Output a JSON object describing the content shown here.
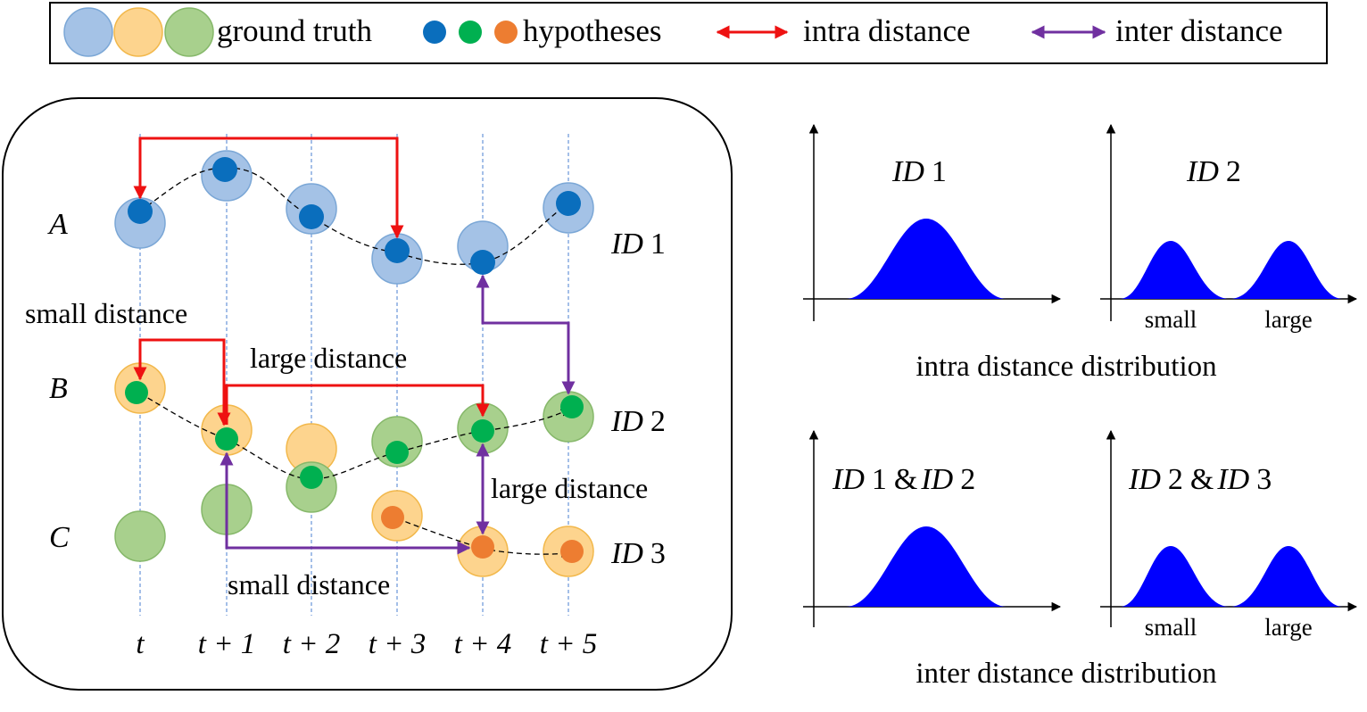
{
  "legend": {
    "ground_truth": "ground truth",
    "hypotheses": "hypotheses",
    "intra_distance": "intra distance",
    "inter_distance": "inter distance"
  },
  "timeline": {
    "t0": "t",
    "t1": "t + 1",
    "t2": "t + 2",
    "t3": "t + 3",
    "t4": "t + 4",
    "t5": "t + 5"
  },
  "objects": {
    "a": "A",
    "b": "B",
    "c": "C"
  },
  "ids": {
    "id1": {
      "var": "ID",
      "num": "1"
    },
    "id2": {
      "var": "ID",
      "num": "2"
    },
    "id3": {
      "var": "ID",
      "num": "3"
    },
    "amp": "&"
  },
  "annotations": {
    "small_distance_top": "small distance",
    "large_distance_top": "large distance",
    "large_distance_right": "large distance",
    "small_distance_bottom": "small distance"
  },
  "distributions": {
    "intra_caption": "intra distance distribution",
    "inter_caption": "inter distance distribution",
    "small": "small",
    "large": "large"
  },
  "colors": {
    "blue_fill": "#a4c2e6",
    "blue_dot": "#0a6ebd",
    "orange_fill": "#fdd48e",
    "orange_dot": "#ed7d31",
    "green_fill": "#a8d08d",
    "green_dot": "#00b050",
    "intra_arrow": "#ee1111",
    "inter_arrow": "#7030a0",
    "curve_fill": "#0000ff"
  }
}
